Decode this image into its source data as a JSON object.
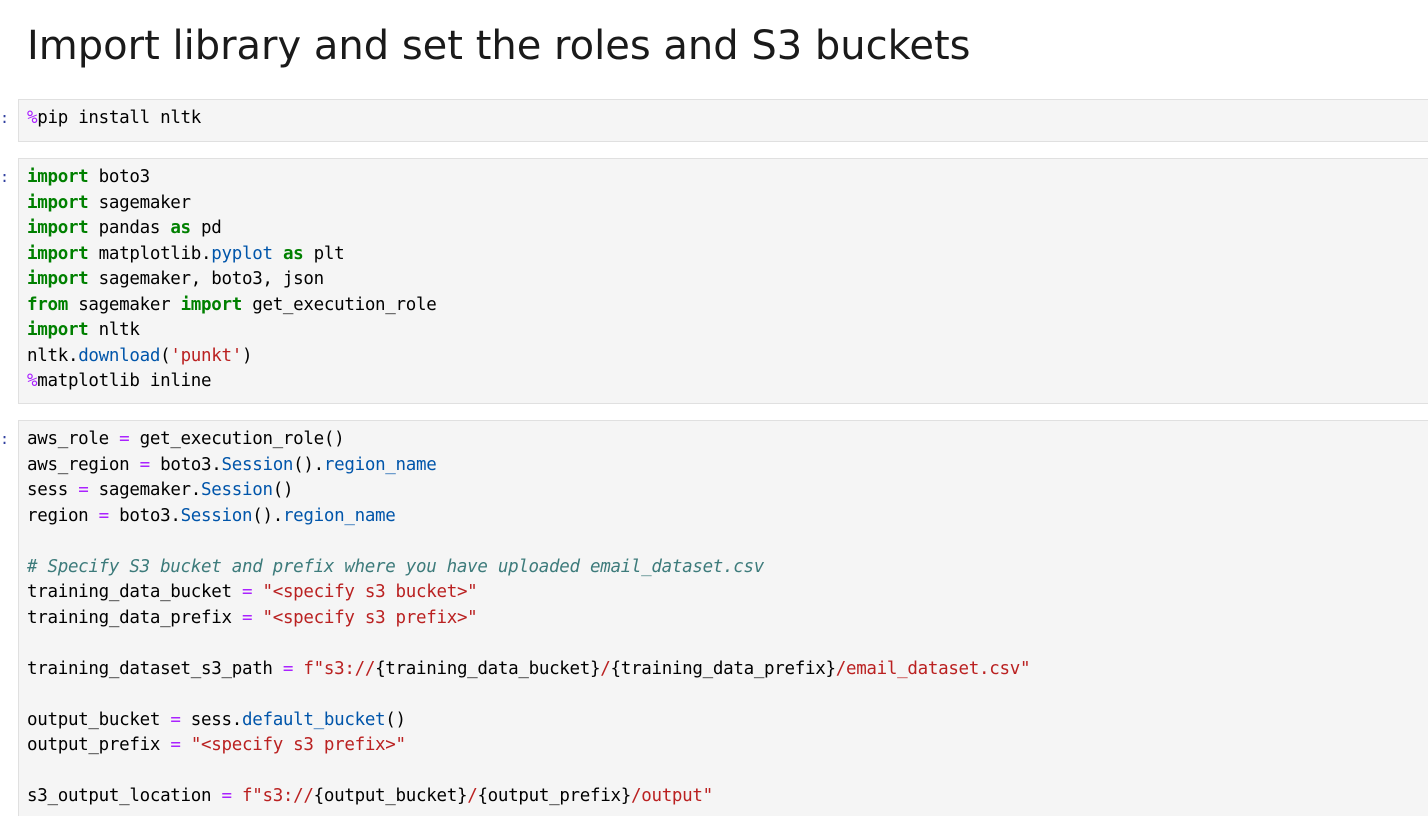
{
  "heading": "Import library and set the roles and S3 buckets",
  "cells": [
    {
      "prompt": ":",
      "lines": [
        [
          [
            "o",
            "%"
          ],
          [
            "n",
            "pip install nltk"
          ]
        ]
      ]
    },
    {
      "prompt": ":",
      "lines": [
        [
          [
            "k",
            "import"
          ],
          [
            "n",
            " boto3"
          ]
        ],
        [
          [
            "k",
            "import"
          ],
          [
            "n",
            " sagemaker"
          ]
        ],
        [
          [
            "k",
            "import"
          ],
          [
            "n",
            " pandas "
          ],
          [
            "k",
            "as"
          ],
          [
            "n",
            " pd"
          ]
        ],
        [
          [
            "k",
            "import"
          ],
          [
            "n",
            " matplotlib."
          ],
          [
            "a",
            "pyplot"
          ],
          [
            "n",
            " "
          ],
          [
            "k",
            "as"
          ],
          [
            "n",
            " plt"
          ]
        ],
        [
          [
            "k",
            "import"
          ],
          [
            "n",
            " sagemaker, boto3, json"
          ]
        ],
        [
          [
            "k",
            "from"
          ],
          [
            "n",
            " sagemaker "
          ],
          [
            "k",
            "import"
          ],
          [
            "n",
            " get_execution_role"
          ]
        ],
        [
          [
            "k",
            "import"
          ],
          [
            "n",
            " nltk"
          ]
        ],
        [
          [
            "n",
            "nltk."
          ],
          [
            "a",
            "download"
          ],
          [
            "n",
            "("
          ],
          [
            "s",
            "'punkt'"
          ],
          [
            "n",
            ")"
          ]
        ],
        [
          [
            "o",
            "%"
          ],
          [
            "n",
            "matplotlib inline"
          ]
        ]
      ]
    },
    {
      "prompt": ":",
      "lines": [
        [
          [
            "n",
            "aws_role "
          ],
          [
            "o",
            "="
          ],
          [
            "n",
            " get_execution_role()"
          ]
        ],
        [
          [
            "n",
            "aws_region "
          ],
          [
            "o",
            "="
          ],
          [
            "n",
            " boto3."
          ],
          [
            "a",
            "Session"
          ],
          [
            "n",
            "()."
          ],
          [
            "a",
            "region_name"
          ]
        ],
        [
          [
            "n",
            "sess "
          ],
          [
            "o",
            "="
          ],
          [
            "n",
            " sagemaker."
          ],
          [
            "a",
            "Session"
          ],
          [
            "n",
            "()"
          ]
        ],
        [
          [
            "n",
            "region "
          ],
          [
            "o",
            "="
          ],
          [
            "n",
            " boto3."
          ],
          [
            "a",
            "Session"
          ],
          [
            "n",
            "()."
          ],
          [
            "a",
            "region_name"
          ]
        ],
        [],
        [
          [
            "c",
            "# Specify S3 bucket and prefix where you have uploaded email_dataset.csv"
          ]
        ],
        [
          [
            "n",
            "training_data_bucket "
          ],
          [
            "o",
            "="
          ],
          [
            "n",
            " "
          ],
          [
            "s",
            "\"<specify s3 bucket>\""
          ]
        ],
        [
          [
            "n",
            "training_data_prefix "
          ],
          [
            "o",
            "="
          ],
          [
            "n",
            " "
          ],
          [
            "s",
            "\"<specify s3 prefix>\""
          ]
        ],
        [],
        [
          [
            "n",
            "training_dataset_s3_path "
          ],
          [
            "o",
            "="
          ],
          [
            "n",
            " "
          ],
          [
            "s",
            "f\"s3://"
          ],
          [
            "n",
            "{training_data_bucket}"
          ],
          [
            "s",
            "/"
          ],
          [
            "n",
            "{training_data_prefix}"
          ],
          [
            "s",
            "/email_dataset.csv\""
          ]
        ],
        [],
        [
          [
            "n",
            "output_bucket "
          ],
          [
            "o",
            "="
          ],
          [
            "n",
            " sess."
          ],
          [
            "a",
            "default_bucket"
          ],
          [
            "n",
            "()"
          ]
        ],
        [
          [
            "n",
            "output_prefix "
          ],
          [
            "o",
            "="
          ],
          [
            "n",
            " "
          ],
          [
            "s",
            "\"<specify s3 prefix>\""
          ]
        ],
        [],
        [
          [
            "n",
            "s3_output_location "
          ],
          [
            "o",
            "="
          ],
          [
            "n",
            " "
          ],
          [
            "s",
            "f\"s3://"
          ],
          [
            "n",
            "{output_bucket}"
          ],
          [
            "s",
            "/"
          ],
          [
            "n",
            "{output_prefix}"
          ],
          [
            "s",
            "/output\""
          ]
        ]
      ]
    }
  ]
}
